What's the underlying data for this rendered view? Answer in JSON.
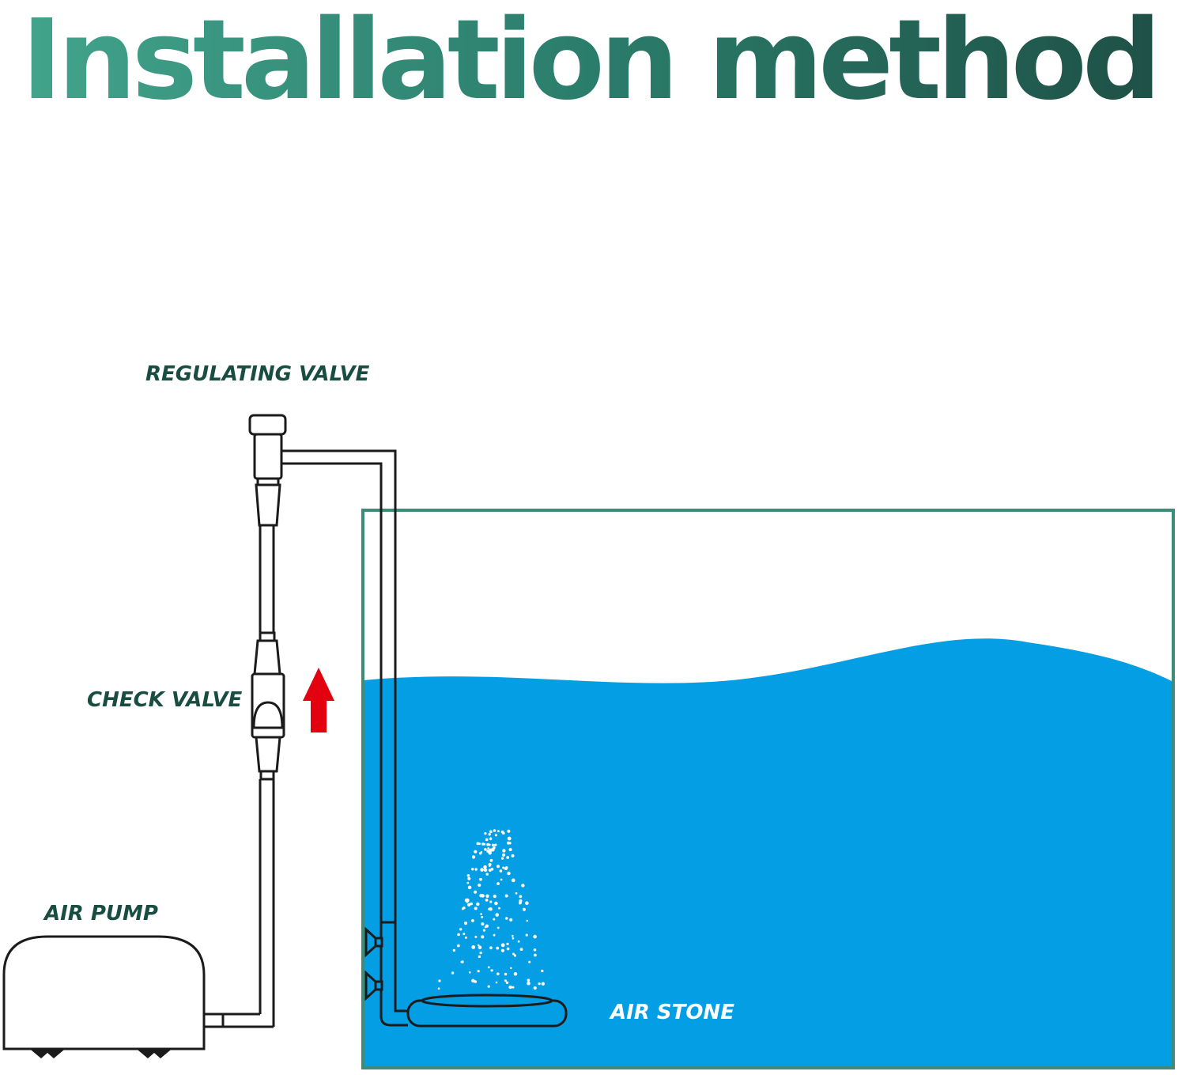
{
  "title": "Installation method",
  "labels": {
    "regulating_valve": "REGULATING VALVE",
    "check_valve": "CHECK VALVE",
    "air_pump": "AIR PUMP",
    "air_stone": "AIR STONE"
  },
  "colors": {
    "title_gradient_start": "#43a58d",
    "title_gradient_end": "#1e4f45",
    "label_text": "#1a4d42",
    "water": "#039ee4",
    "tank_border": "#3d8b7a",
    "arrow": "#e3000f",
    "bubbles": "#ffffff",
    "outline": "#1b1b1b"
  }
}
